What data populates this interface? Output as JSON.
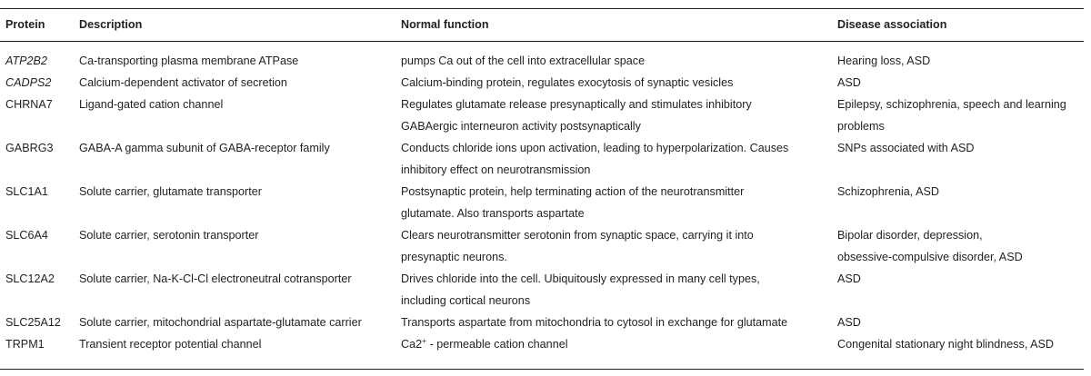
{
  "table": {
    "headers": {
      "protein": "Protein",
      "description": "Description",
      "normal_function": "Normal function",
      "disease_association": "Disease association"
    },
    "rows": [
      {
        "protein": "ATP2B2",
        "protein_italic": true,
        "description": "Ca-transporting plasma membrane ATPase",
        "function_lines": [
          "pumps Ca out of the cell into extracellular space"
        ],
        "disease_lines": [
          "Hearing loss, ASD"
        ]
      },
      {
        "protein": "CADPS2",
        "protein_italic": true,
        "description": "Calcium-dependent activator of secretion",
        "function_lines": [
          "Calcium-binding protein, regulates exocytosis of synaptic vesicles"
        ],
        "disease_lines": [
          "ASD"
        ]
      },
      {
        "protein": "CHRNA7",
        "protein_italic": false,
        "description": "Ligand-gated cation channel",
        "function_lines": [
          "Regulates glutamate release presynaptically and stimulates inhibitory",
          "GABAergic interneuron activity postsynaptically"
        ],
        "disease_lines": [
          "Epilepsy, schizophrenia, speech and learning",
          "problems"
        ]
      },
      {
        "protein": "GABRG3",
        "protein_italic": false,
        "description": "GABA-A gamma subunit of GABA-receptor family",
        "function_lines": [
          "Conducts chloride ions upon activation, leading to hyperpolarization. Causes",
          "inhibitory effect on neurotransmission"
        ],
        "disease_lines": [
          "SNPs associated with ASD"
        ]
      },
      {
        "protein": "SLC1A1",
        "protein_italic": false,
        "description": "Solute carrier, glutamate transporter",
        "function_lines": [
          "Postsynaptic protein, help terminating action of the neurotransmitter",
          "glutamate. Also transports aspartate"
        ],
        "disease_lines": [
          "Schizophrenia, ASD"
        ]
      },
      {
        "protein": "SLC6A4",
        "protein_italic": false,
        "description": "Solute carrier, serotonin transporter",
        "function_lines": [
          "Clears neurotransmitter serotonin from synaptic space, carrying it into",
          "presynaptic neurons."
        ],
        "disease_lines": [
          "Bipolar disorder, depression,",
          "obsessive-compulsive disorder, ASD"
        ]
      },
      {
        "protein": "SLC12A2",
        "protein_italic": false,
        "description": "Solute carrier, Na-K-Cl-Cl electroneutral cotransporter",
        "function_lines": [
          "Drives chloride into the cell. Ubiquitously expressed in many cell types,",
          "including cortical neurons"
        ],
        "disease_lines": [
          "ASD"
        ]
      },
      {
        "protein": "SLC25A12",
        "protein_italic": false,
        "description": "Solute carrier, mitochondrial aspartate-glutamate carrier",
        "function_lines": [
          "Transports aspartate from mitochondria to cytosol in exchange for glutamate"
        ],
        "disease_lines": [
          "ASD"
        ]
      },
      {
        "protein": "TRPM1",
        "protein_italic": false,
        "description": "Transient receptor potential channel",
        "function_lines": [
          "Ca2+ - permeable cation channel"
        ],
        "function_rich": {
          "prefix": "Ca2",
          "sup": "+",
          "suffix": " - permeable cation channel"
        },
        "disease_lines": [
          "Congenital stationary night blindness, ASD"
        ]
      }
    ]
  }
}
